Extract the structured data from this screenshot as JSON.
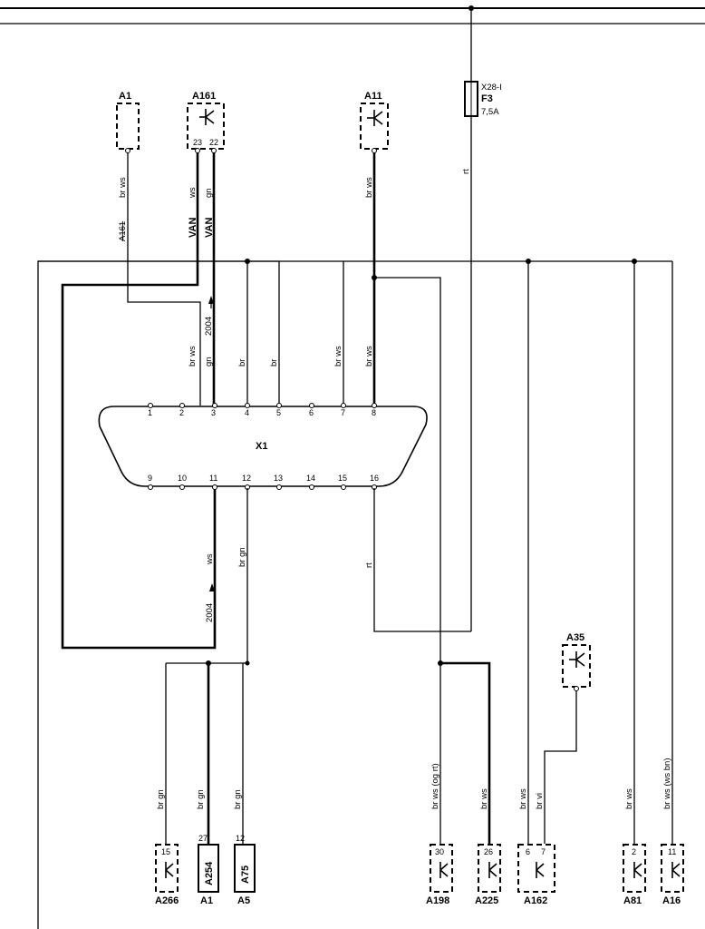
{
  "connector": {
    "name": "X1",
    "top_pins": [
      "1",
      "2",
      "3",
      "4",
      "5",
      "6",
      "7",
      "8"
    ],
    "bottom_pins": [
      "9",
      "10",
      "11",
      "12",
      "13",
      "14",
      "15",
      "16"
    ]
  },
  "fuse": {
    "ref": "X28-I",
    "name": "F3",
    "rating": "7,5A"
  },
  "top_modules": [
    {
      "name": "A1",
      "pins": []
    },
    {
      "name": "A161",
      "pins": [
        "23",
        "22"
      ]
    },
    {
      "name": "A11",
      "pins": []
    },
    {
      "name": "A35",
      "pins": []
    }
  ],
  "bottom_modules": [
    {
      "name": "A266",
      "pin": "15"
    },
    {
      "name": "A1",
      "pin": "27",
      "inner": "A254"
    },
    {
      "name": "A5",
      "pin": "12",
      "inner": "A75"
    },
    {
      "name": "A198",
      "pin": "30"
    },
    {
      "name": "A225",
      "pin": "26"
    },
    {
      "name": "A162",
      "pins": [
        "6",
        "7"
      ]
    },
    {
      "name": "A81",
      "pin": "2"
    },
    {
      "name": "A16",
      "pin": "11"
    }
  ],
  "wire_colors": {
    "a1_top": "br ws",
    "a1_top_strike": "A161",
    "a161_left": "ws",
    "a161_right": "gn",
    "van": "VAN",
    "a11": "br ws",
    "fuse_feed": "rt",
    "pin3_left": "br ws",
    "pin3_right": "gn",
    "pin4": "br",
    "pin5": "br",
    "pin7": "br ws",
    "pin8": "br ws",
    "year_up": "2004",
    "pin11": "ws",
    "year_down": "2004",
    "pin12": "br gn",
    "pin16": "rt",
    "a266": "br gn",
    "a1_bottom": "br gn",
    "a5": "br gn",
    "a198": "br ws (og rt)",
    "a225": "br ws",
    "a162_left": "br ws",
    "a162_right": "br vi",
    "a81": "br ws",
    "a16": "br ws (ws bn)"
  }
}
